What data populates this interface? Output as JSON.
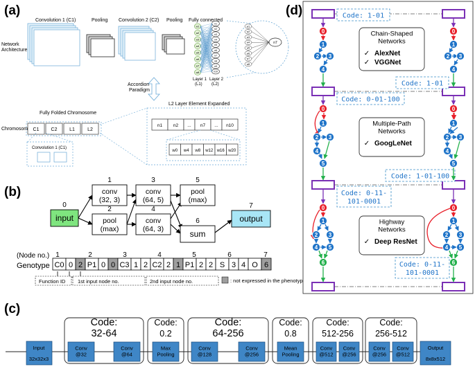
{
  "panel_labels": {
    "a": "(a)",
    "b": "(b)",
    "c": "(c)",
    "d": "(d)"
  },
  "panel_a": {
    "row_label_network": "Network Architecture",
    "row_label_chromosome": "Chromosome",
    "layers": [
      "Convolution 1 (C1)",
      "Pooling",
      "Convolution 2 (C2)",
      "Pooling",
      "Fully connected"
    ],
    "fc_layer1": "Layer 1 (L1)",
    "fc_layer2": "Layer 2 (L2)",
    "accordion": "Accordion Paradigm",
    "fully_folded": "Fully Folded Chromosome",
    "genes": [
      "C1",
      "C2",
      "L1",
      "L2"
    ],
    "conv_expanded": "Convolution 1 (C1)",
    "l2_expanded": "L2 Layer Element Expanded",
    "n_cells": [
      "n1",
      "n2",
      "...",
      "n7",
      "...",
      "n10"
    ],
    "w_cells": [
      "w0",
      "w4",
      "w8",
      "w12",
      "w16",
      "w20"
    ],
    "output_node": "n7",
    "fc_nodes_a": [
      "w1",
      "w2",
      "w3",
      "w4",
      "w5",
      "w6",
      "w7",
      "w8"
    ],
    "fc_nodes_b": [
      "n1",
      "n2",
      "n3",
      "n4",
      "n5",
      "n6",
      "n7",
      "n8",
      "n9",
      "n10"
    ]
  },
  "panel_b": {
    "nodes": [
      {
        "id": "0",
        "label": "input"
      },
      {
        "id": "1",
        "label": "conv\n(32, 3)"
      },
      {
        "id": "2",
        "label": "pool\n(max)"
      },
      {
        "id": "3",
        "label": "conv\n(64, 5)"
      },
      {
        "id": "4",
        "label": "conv\n(64, 3)"
      },
      {
        "id": "5",
        "label": "pool\n(max)"
      },
      {
        "id": "6",
        "label": "sum"
      },
      {
        "id": "7",
        "label": "output"
      }
    ],
    "node_no_label": "(Node no.)",
    "genotype_label": "Genotype",
    "genotype_numbers": [
      "1",
      "2",
      "3",
      "4",
      "5",
      "6",
      "7"
    ],
    "genotype_cells": [
      "C0",
      "0",
      "2",
      "P1",
      "0",
      "0",
      "C3",
      "1",
      "2",
      "C2",
      "2",
      "1",
      "P1",
      "2",
      "2",
      "S",
      "3",
      "4",
      "O",
      "6"
    ],
    "legend_function_id": "Function ID",
    "legend_first_input": "1st input node no.",
    "legend_second_input": "2nd input node no.",
    "legend_not_expressed": ": not expressed in the phenotype"
  },
  "panel_c": {
    "input_label": "Input",
    "input_size": "32x32x3",
    "output_label": "Output",
    "output_size": "8x8x512",
    "code_groups": [
      "Code:\n32-64",
      "Code:\n0.2",
      "Code:\n64-256",
      "Code:\n0.8",
      "Code:\n512-256",
      "Code:\n256-512"
    ],
    "blocks": [
      "Conv\n@32",
      "Conv\n@64",
      "Max\nPooling",
      "Conv\n@128",
      "Conv\n@256",
      "Mean\nPooling",
      "Conv\n@512",
      "Conv\n@256",
      "Conv\n@256",
      "Conv\n@512"
    ]
  },
  "panel_d": {
    "section1": {
      "code_left": "Code: 1-01",
      "code_right": "Code: 1-01",
      "title": "Chain-Shaped\nNetworks",
      "items": [
        "AlexNet",
        "VGGNet"
      ]
    },
    "section2": {
      "code_left": "Code: 0-01-100",
      "code_right": "Code: 1-01-100",
      "title": "Multiple-Path\nNetworks",
      "items": [
        "GoogLeNet"
      ]
    },
    "section3": {
      "code_left": "Code: 0-11-\n101-0001",
      "code_right": "Code: 0-11-\n101-0001",
      "title": "Highway\nNetworks",
      "items": [
        "Deep ResNet"
      ]
    },
    "node_labels": [
      "0",
      "1",
      "2",
      "3",
      "4",
      "5",
      "6"
    ]
  },
  "colors": {
    "green": "#7fe57f",
    "cyan": "#a8e6f6",
    "block_blue": "#3f86c6",
    "node_red": "#e8202a",
    "node_blue": "#1e73c8",
    "node_green": "#22b04b",
    "purple": "#7a2fb5"
  }
}
